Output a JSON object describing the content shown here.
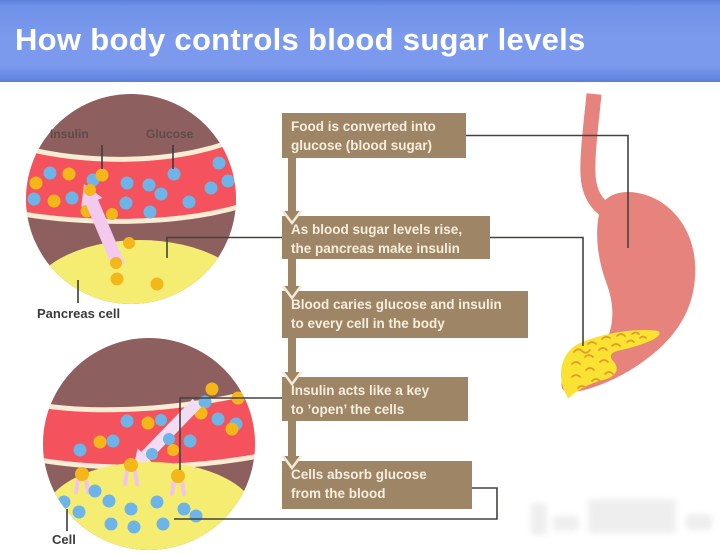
{
  "header": {
    "title": "How body controls blood sugar levels"
  },
  "flow": {
    "steps": [
      {
        "text": "Food is converted into\nglucose (blood sugar)"
      },
      {
        "text": "As blood sugar levels rise,\nthe pancreas make insulin"
      },
      {
        "text": "Blood caries glucose and insulin\nto every cell in the body"
      },
      {
        "text": "Insulin acts like a key\nto ’open’ the cells"
      },
      {
        "text": "Cells absorb glucose\nfrom the blood"
      }
    ]
  },
  "labels": {
    "insulin": "Insulin",
    "glucose": "Glucose",
    "pancreas_cell": "Pancreas cell",
    "cell": "Cell"
  },
  "colors": {
    "header_blue": "#7b9aee",
    "box_brown": "#9e8566",
    "box_text_cream": "#f5eedd",
    "vessel_red": "#f4525c",
    "vessel_border": "#f8ecd4",
    "cell_mauve": "#8d5f5e",
    "cell_yellow": "#f5ed72",
    "glucose_blue": "#6db5e8",
    "insulin_yellow": "#f3b719",
    "arrow_pink": "#f3c9ee",
    "arrow_pink_pale": "#f2dcf3",
    "stomach_salmon": "#e5837c",
    "pancreas_yellow": "#f9e232",
    "pancreas_texture": "#e29a26",
    "connector_dark": "#45423e"
  }
}
